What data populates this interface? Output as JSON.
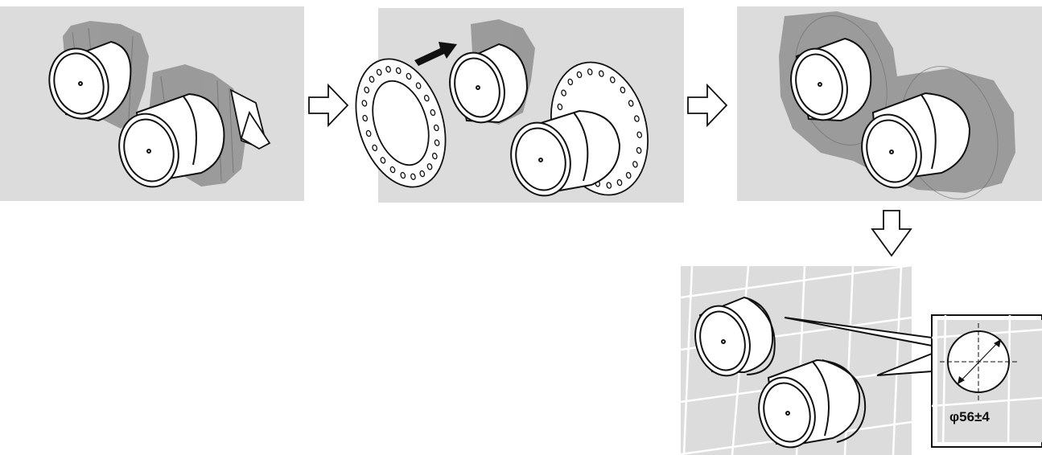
{
  "figure": {
    "panels": [
      {
        "name": "step-1",
        "description_icon": "pipes-with-rough-plaster-and-scraper"
      },
      {
        "name": "step-2",
        "description_icon": "pipes-with-perforated-sealing-rings"
      },
      {
        "name": "step-3",
        "description_icon": "pipes-with-rings-plastered-in"
      },
      {
        "name": "step-4",
        "description_icon": "pipes-in-tiled-wall"
      }
    ],
    "arrows": [
      "arrow-right-icon",
      "arrow-right-icon",
      "arrow-down-icon"
    ],
    "detail": {
      "diameter_label": "φ56±4"
    },
    "colors": {
      "panel_bg": "#dcdcdc",
      "plaster": "#8c8c8c",
      "line": "#111111",
      "fill": "#ffffff"
    }
  }
}
